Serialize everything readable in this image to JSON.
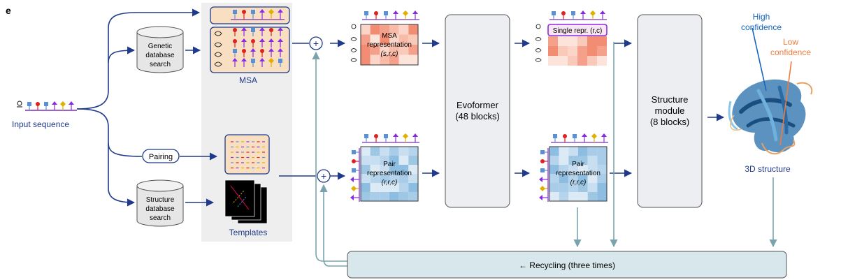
{
  "panel_letter": "e",
  "input": {
    "label": "Input sequence"
  },
  "genetic_db": {
    "line1": "Genetic",
    "line2": "database",
    "line3": "search"
  },
  "structure_db": {
    "line1": "Structure",
    "line2": "database",
    "line3": "search"
  },
  "pairing": {
    "label": "Pairing"
  },
  "msa": {
    "label": "MSA"
  },
  "templates": {
    "label": "Templates"
  },
  "msa_rep": {
    "line1": "MSA",
    "line2": "representation",
    "line3": "(s,r,c)"
  },
  "pair_rep_in": {
    "line1": "Pair",
    "line2": "representation",
    "line3": "(r,r,c)"
  },
  "evoformer": {
    "line1": "Evoformer",
    "line2": "(48 blocks)"
  },
  "single_repr": {
    "label": "Single repr. (r,c)"
  },
  "pair_rep_out": {
    "line1": "Pair",
    "line2": "representation",
    "line3": "(r,r,c)"
  },
  "structure_module": {
    "line1": "Structure",
    "line2": "module",
    "line3": "(8 blocks)"
  },
  "confidence": {
    "high1": "High",
    "high2": "confidence",
    "low1": "Low",
    "low2": "confidence"
  },
  "output": {
    "label": "3D structure"
  },
  "recycling": {
    "label": "← Recycling (three times)"
  },
  "colors": {
    "arrow_dark": "#1f3a8a",
    "arrow_light": "#7aa4ad",
    "msa_fill": "#f9dfc2",
    "label_blue": "#1f3a8a",
    "high_conf": "#1565c0",
    "low_conf": "#f07b3a",
    "recycle_fill": "#d7e7eb"
  }
}
